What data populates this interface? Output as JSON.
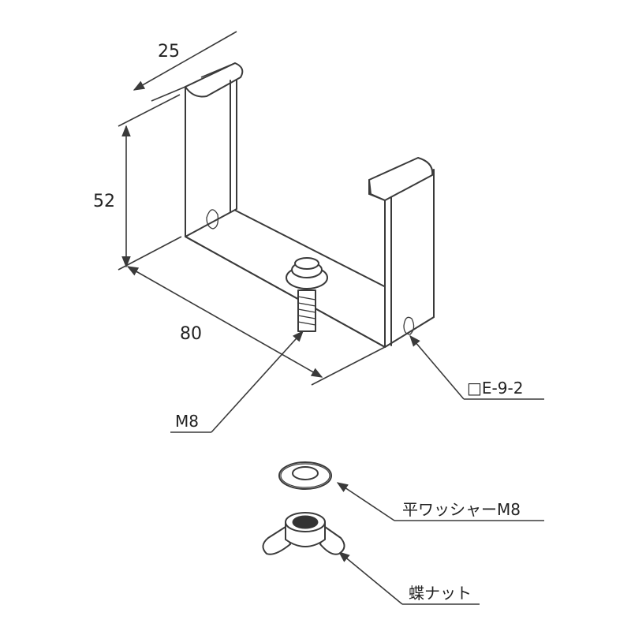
{
  "dimensions": {
    "width": "25",
    "height": "52",
    "length": "80"
  },
  "callouts": {
    "bolt": "M8",
    "part_code": "□E-9-2",
    "washer": "平ワッシャーM8",
    "wing_nut": "蝶ナット"
  },
  "colors": {
    "line": "#3a3a3a",
    "fill": "#ffffff",
    "text": "#222222"
  }
}
